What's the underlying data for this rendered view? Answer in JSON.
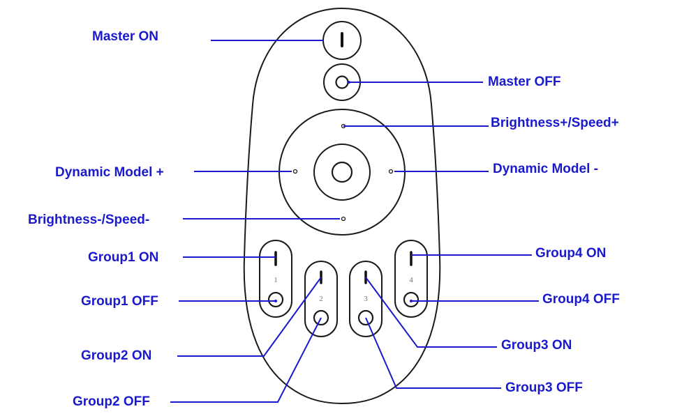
{
  "labels": {
    "master_on": "Master ON",
    "master_off": "Master OFF",
    "brightness_up": "Brightness+/Speed+",
    "dynamic_plus": "Dynamic Model +",
    "dynamic_minus": "Dynamic Model -",
    "brightness_down": "Brightness-/Speed-",
    "group1_on": "Group1 ON",
    "group1_off": "Group1 OFF",
    "group2_on": "Group2 ON",
    "group2_off": "Group2 OFF",
    "group3_on": "Group3 ON",
    "group3_off": "Group3 OFF",
    "group4_on": "Group4 ON",
    "group4_off": "Group4 OFF"
  },
  "group_numbers": [
    "1",
    "2",
    "3",
    "4"
  ],
  "colors": {
    "label": "#1a1acc",
    "outline": "#1a1a1a"
  }
}
